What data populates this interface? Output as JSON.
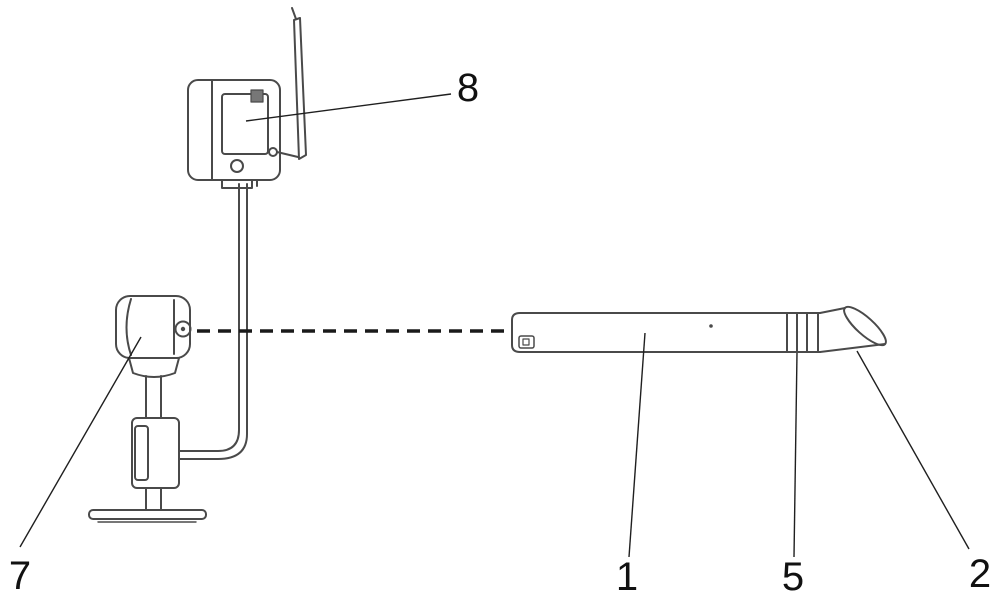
{
  "figure": {
    "type": "patent-style line drawing",
    "labels": {
      "transmitter": "8",
      "camera": "7",
      "tube": "1",
      "bands": "5",
      "nozzle": "2"
    },
    "colors": {
      "background": "#ffffff",
      "device_line": "#4a4a4a",
      "leader_line": "#1f1f1f",
      "sight_line": "#1a1a1a",
      "label_text": "#111111"
    }
  }
}
